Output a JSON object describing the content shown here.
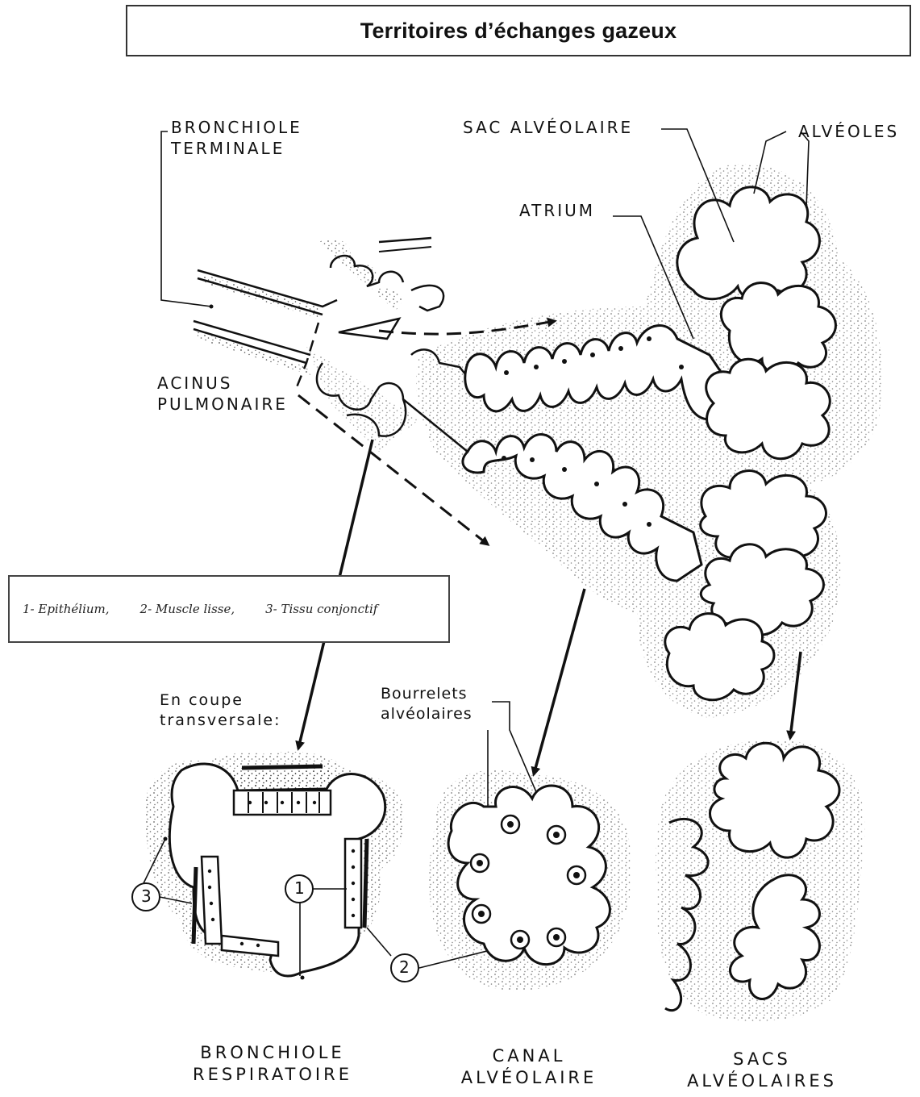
{
  "title": "Territoires d’échanges gazeux",
  "legend": {
    "item1": "1- Epithélium,",
    "item2": "2- Muscle lisse,",
    "item3": "3- Tissu conjonctif"
  },
  "labels": {
    "bronchiole_terminale_1": "BRONCHIOLE",
    "bronchiole_terminale_2": "TERMINALE",
    "sac_alveolaire": "SAC ALVÉOLAIRE",
    "alveoles": "ALVÉOLES",
    "atrium": "ATRIUM",
    "acinus_1": "ACINUS",
    "acinus_2": "PULMONAIRE",
    "en_coupe_1": "En coupe",
    "en_coupe_2": "transversale:",
    "bourrelets_1": "Bourrelets",
    "bourrelets_2": "alvéolaires",
    "num_1": "1",
    "num_2": "2",
    "num_3": "3"
  },
  "bottom_labels": {
    "bronchiole_respiratoire_1": "BRONCHIOLE",
    "bronchiole_respiratoire_2": "RESPIRATOIRE",
    "canal_alveolaire_1": "CANAL",
    "canal_alveolaire_2": "ALVÉOLAIRE",
    "sacs_alveolaires_1": "SACS",
    "sacs_alveolaires_2": "ALVÉOLAIRES"
  }
}
